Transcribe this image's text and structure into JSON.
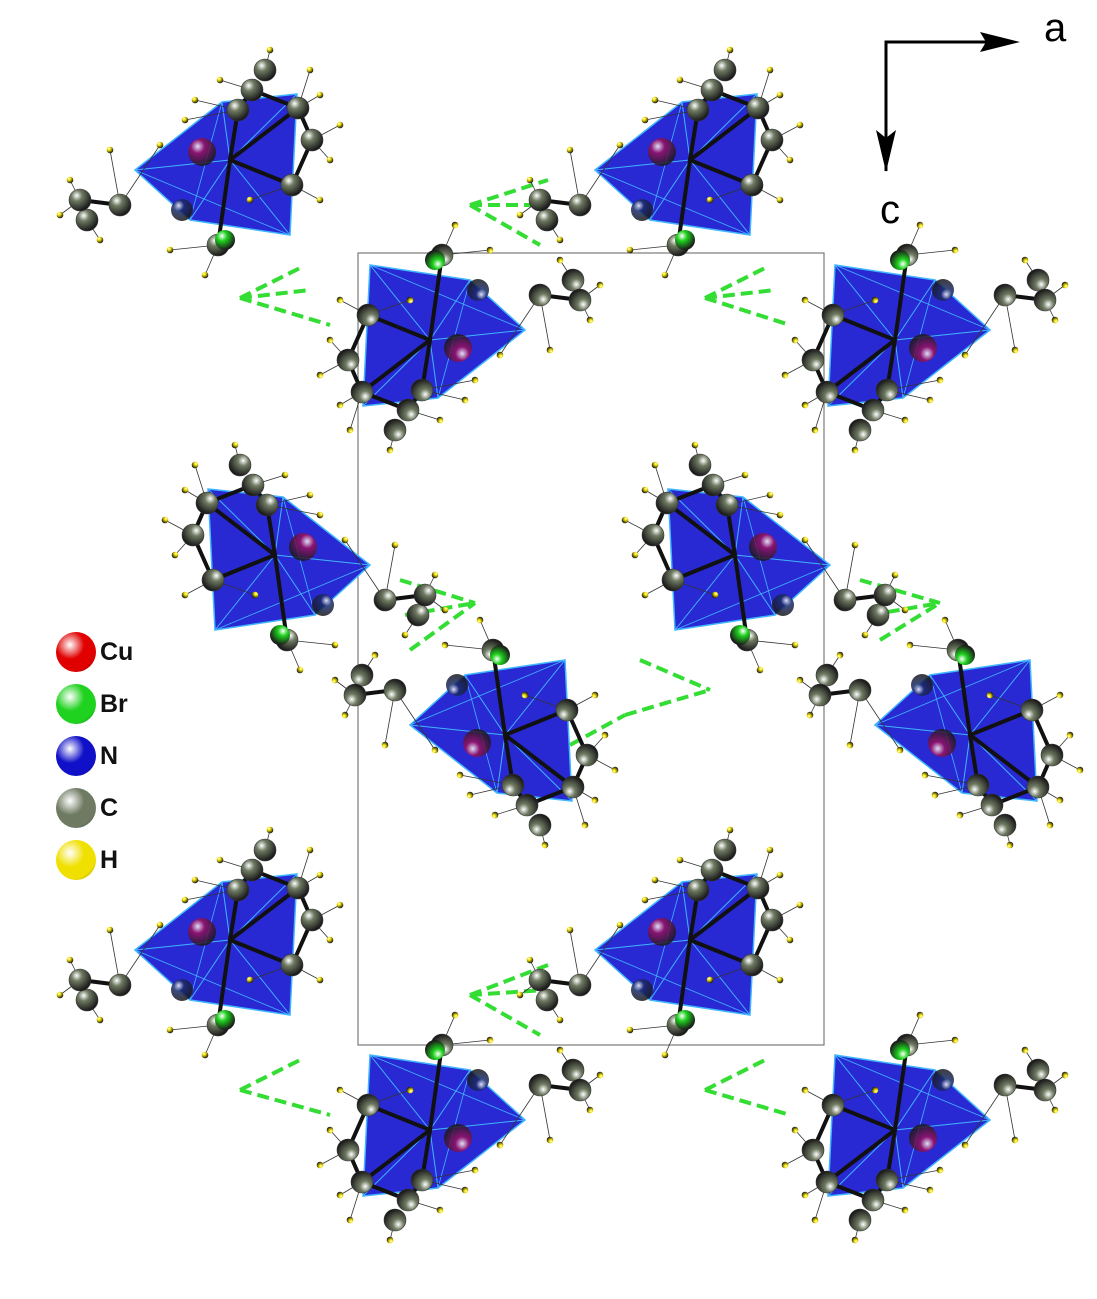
{
  "axes": {
    "horizontal_label": "a",
    "vertical_label": "c"
  },
  "legend": {
    "items": [
      {
        "label": "Cu",
        "color": "#e00000"
      },
      {
        "label": "Br",
        "color": "#1fd21f"
      },
      {
        "label": "N",
        "color": "#1010c8"
      },
      {
        "label": "C",
        "color": "#6f7a62"
      },
      {
        "label": "H",
        "color": "#f0e000"
      }
    ]
  },
  "colors": {
    "polyhedron_fill": "#1e1ed2",
    "polyhedron_edge": "#3fb6ff",
    "bond": "#111111",
    "h_bond_dashed": "#33dd33",
    "unit_cell": "#7a7a7a",
    "copper_inside": "#9a1060",
    "nitrogen": "#1a2a6a"
  }
}
